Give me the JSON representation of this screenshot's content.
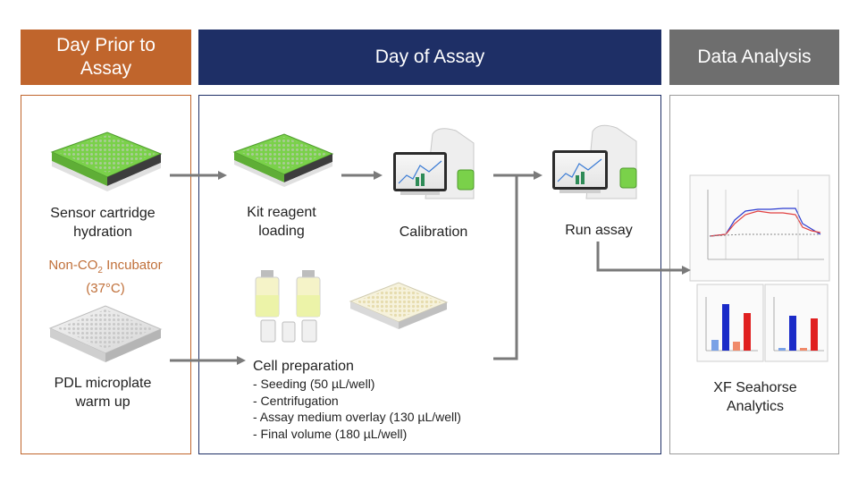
{
  "headers": {
    "prior": "Day Prior to Assay",
    "day": "Day of Assay",
    "analysis": "Data Analysis"
  },
  "colors": {
    "prior": "#c0652c",
    "day": "#1e2f66",
    "analysis": "#6e6e6e",
    "arrow": "#7a7a7a",
    "cartridge_green": "#7ad14a"
  },
  "steps": {
    "sensor_hydration": "Sensor cartridge hydration",
    "incubator_line1": "Non-CO",
    "incubator_sub": "2",
    "incubator_line1b": " Incubator",
    "incubator_line2": "(37°C)",
    "pdl_warm": "PDL microplate warm up",
    "kit_loading": "Kit reagent loading",
    "calibration": "Calibration",
    "run_assay": "Run assay",
    "cell_prep_title": "Cell preparation",
    "cell_prep_items": [
      "- Seeding (50 µL/well)",
      "- Centrifugation",
      "- Assay medium overlay (130 µL/well)",
      "- Final volume (180 µL/well)"
    ],
    "analysis_label": "XF Seahorse Analytics"
  },
  "icons": [
    "sensor-cartridge-icon",
    "microplate-icon",
    "seahorse-analyzer-icon",
    "media-bottles-icon",
    "results-chart-icon"
  ]
}
